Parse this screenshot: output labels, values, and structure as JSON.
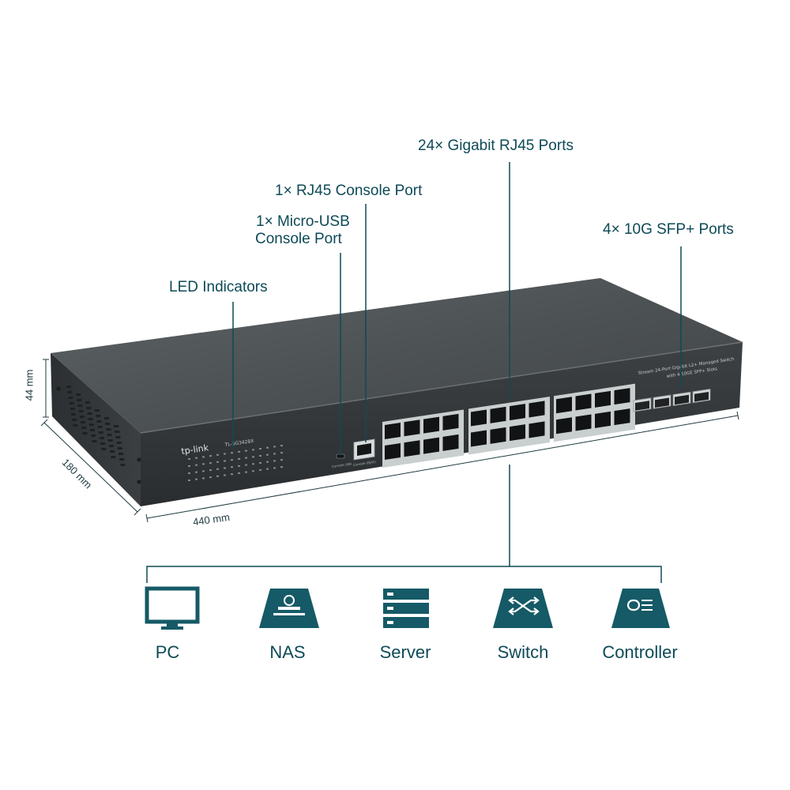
{
  "callouts": {
    "led": "LED Indicators",
    "usb_line1": "1× Micro-USB",
    "usb_line2": "Console Port",
    "rj45_console": "1× RJ45 Console Port",
    "rj45_ports": "24× Gigabit RJ45 Ports",
    "sfp_ports": "4× 10G SFP+ Ports"
  },
  "dimensions": {
    "height": "44 mm",
    "depth": "180 mm",
    "width": "440 mm"
  },
  "device": {
    "brand": "tp-link",
    "model": "TL-SG3428X",
    "front_text_line1": "Stream 24-Port Gigabit L2+ Managed Switch",
    "front_text_line2": "with 4 10GE SFP+ Slots",
    "usb_label": "Console USB",
    "rj45_label": "Console (RJ45)"
  },
  "connected_devices": [
    {
      "label": "PC",
      "icon": "pc-monitor-icon"
    },
    {
      "label": "NAS",
      "icon": "nas-icon"
    },
    {
      "label": "Server",
      "icon": "server-rack-icon"
    },
    {
      "label": "Switch",
      "icon": "network-switch-icon"
    },
    {
      "label": "Controller",
      "icon": "controller-icon"
    }
  ],
  "colors": {
    "accent": "#0e4a57",
    "icon_fill": "#155a66",
    "chassis": "#3a3d3f",
    "chassis_top": "#555a5c"
  }
}
